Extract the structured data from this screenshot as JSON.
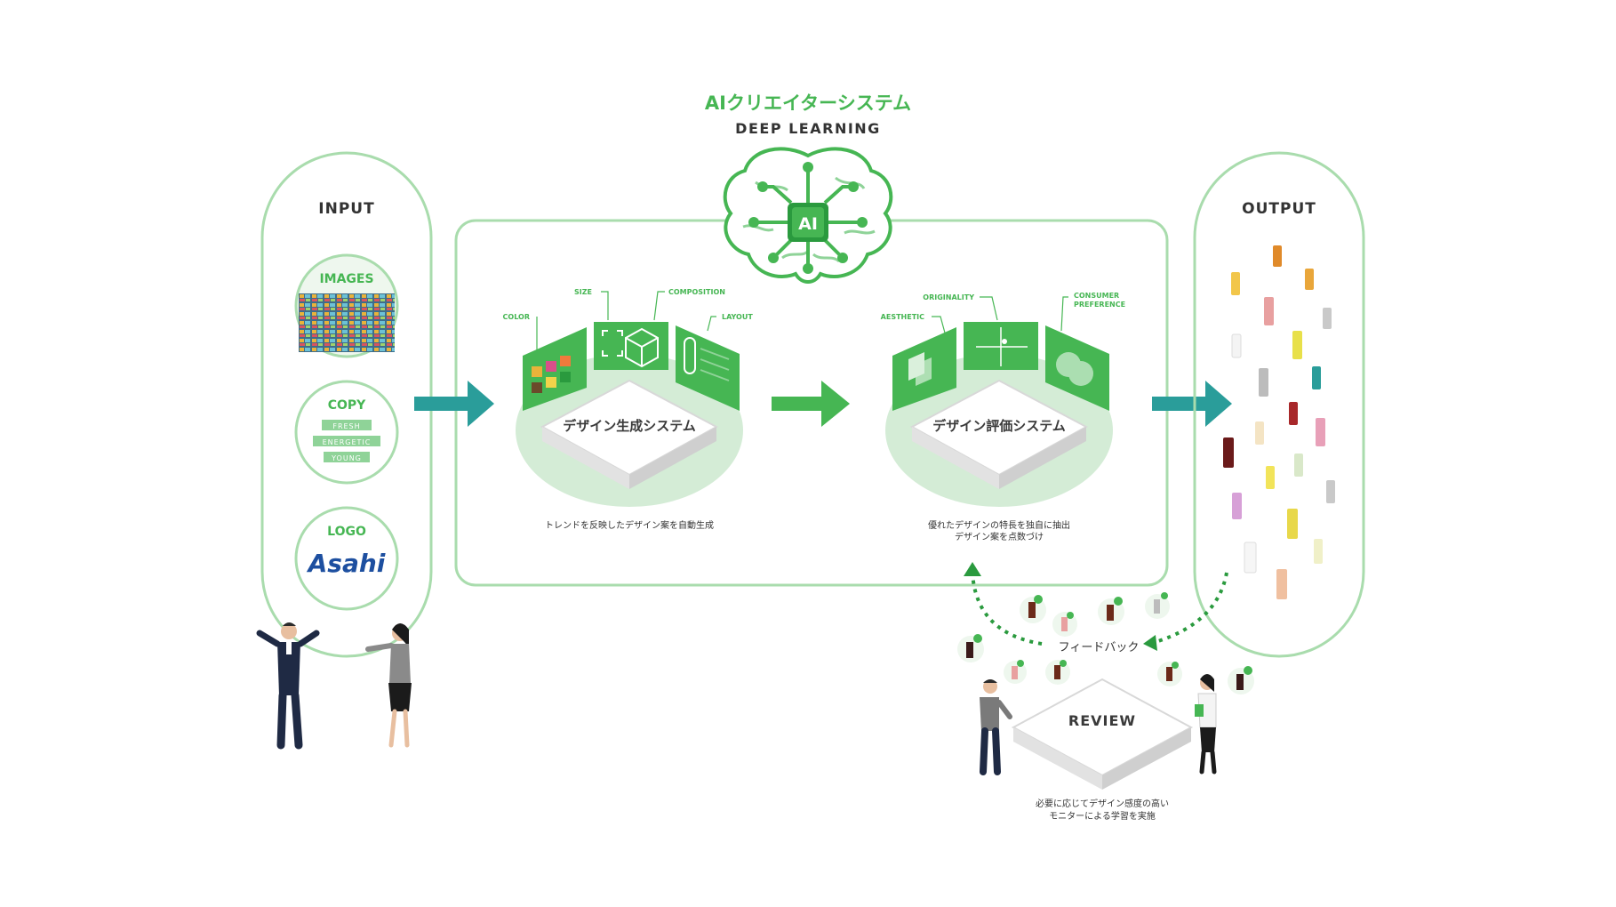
{
  "colors": {
    "green": "#46b653",
    "green_dark": "#2a9a3e",
    "green_pale": "#d4ecd6",
    "green_light": "#8fd398",
    "teal": "#2a9d9a",
    "text_dark": "#333333"
  },
  "header": {
    "title": "AIクリエイターシステム",
    "subtitle": "DEEP LEARNING",
    "ai_chip": "AI"
  },
  "input": {
    "title": "INPUT",
    "images_label": "IMAGES",
    "copy_label": "COPY",
    "copy_tags": [
      "FRESH",
      "ENERGETIC",
      "YOUNG"
    ],
    "logo_label": "LOGO",
    "logo_text": "Asahi"
  },
  "generation": {
    "labels": {
      "color": "COLOR",
      "size": "SIZE",
      "composition": "COMPOSITION",
      "layout": "LAYOUT"
    },
    "platform_title": "デザイン生成システム",
    "caption": "トレンドを反映したデザイン案を自動生成"
  },
  "evaluation": {
    "labels": {
      "aesthetic": "AESTHETIC",
      "originality": "ORIGINALITY",
      "consumer_line1": "CONSUMER",
      "consumer_line2": "PREFERENCE"
    },
    "platform_title": "デザイン評価システム",
    "caption_line1": "優れたデザインの特長を独自に抽出",
    "caption_line2": "デザイン案を点数づけ"
  },
  "output": {
    "title": "OUTPUT"
  },
  "feedback": {
    "label": "フィードバック"
  },
  "review": {
    "title": "REVIEW",
    "caption_line1": "必要に応じてデザイン感度の高い",
    "caption_line2": "モニターによる学習を実施"
  }
}
